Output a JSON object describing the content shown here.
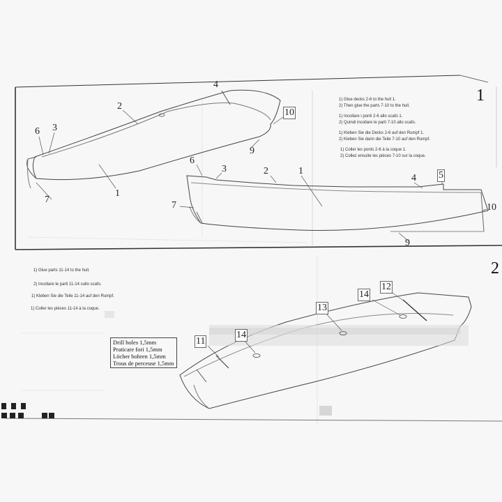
{
  "step1": {
    "number": "1",
    "instructions": [
      "1) Glue decks 2-6 to the hull 1.",
      "2) Then glue the parts 7-10 to the hull.",
      "1) Incollare i ponti 2-6 allo scafo 1.",
      "2) Quindi incollare le parti 7-10 allo scafo.",
      "1) Kleben Sie die Decks 2-6 auf den Rumpf 1.",
      "2) Kleben Sie darin die Teile 7-10 auf den Rumpf.",
      "1) Coller les ponts 2-6 à la coque 1.",
      "2) Collez ensuite les pièces 7-10 sur la coque."
    ],
    "labels_upper": [
      "2",
      "6",
      "3",
      "10",
      "9",
      "1",
      "7",
      "4"
    ],
    "labels_lower": [
      "6",
      "3",
      "2",
      "1",
      "4",
      "5",
      "7",
      "10",
      "9"
    ]
  },
  "step2": {
    "number": "2",
    "instructions": [
      "1) Glue parts 11-14 to the hull.",
      "2) Incollare le parti 11-14 sullo scafo.",
      "1) Kleben Sie die Teile 11-14 auf den Rumpf.",
      "1) Coller les pièces 11-14 à la coque."
    ],
    "drill_note": [
      "Drill holes 1,5mm",
      "Praticare fori 1,5mm",
      "Löcher bohren 1,5mm",
      "Trous de perceuse 1,5mm"
    ],
    "labels": [
      "12",
      "14",
      "13",
      "14",
      "11"
    ]
  }
}
